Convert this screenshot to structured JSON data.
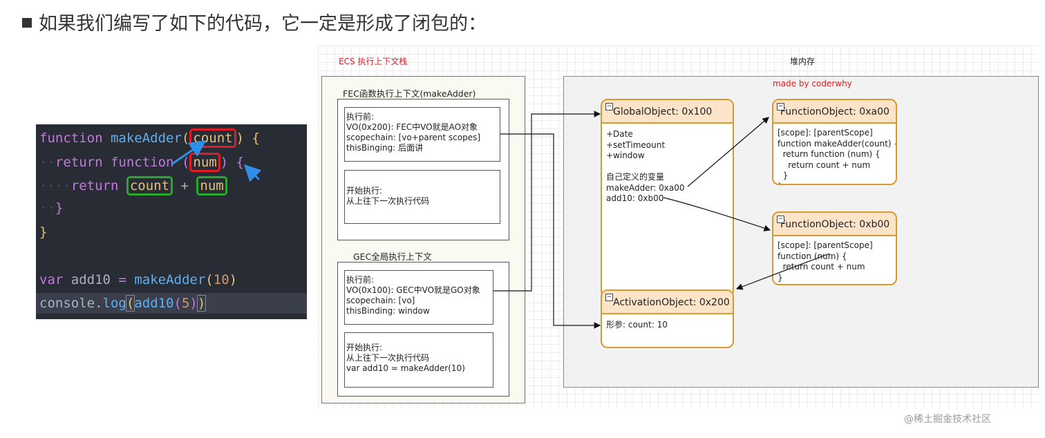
{
  "heading": "如果我们编写了如下的代码，它一定是形成了闭包的：",
  "code": {
    "l1_kw": "function",
    "l1_fn": "makeAdder",
    "l1_open": "(",
    "l1_param": "count",
    "l1_close": ")",
    "l1_brace": "{",
    "l2_ret": "return",
    "l2_kw": "function",
    "l2_open": "(",
    "l2_param": "num",
    "l2_close": ")",
    "l2_brace": "{",
    "l3_ret": "return",
    "l3_a": "count",
    "l3_op": "+",
    "l3_b": "num",
    "l4": "}",
    "l5": "}",
    "l6_kw": "var",
    "l6_name": "add10",
    "l6_eq": "=",
    "l6_fn": "makeAdder",
    "l6_open": "(",
    "l6_num": "10",
    "l6_close": ")",
    "l7_obj": "console",
    "l7_dot": ".",
    "l7_fn": "log",
    "l7_open": "(",
    "l7_inner": "add10",
    "l7_iopen": "(",
    "l7_num": "5",
    "l7_iclose": ")",
    "l7_close": ")"
  },
  "diagram": {
    "ecs_label": "ECS 执行上下文栈",
    "heap_label": "堆内存",
    "credit": "made by coderwhy",
    "fec": {
      "title": "FEC函数执行上下文(makeAdder)",
      "before": "执行前:\nVO(0x200): FEC中VO就是AO对象\nscopechain: [vo+parent scopes]\nthisBinging: 后面讲",
      "exec": "开始执行:\n从上往下一次执行代码"
    },
    "gec": {
      "title": "GEC全局执行上下文",
      "before": "执行前:\nVO(0x100): GEC中VO就是GO对象\nscopechain: [vo]\nthisBinding: window",
      "exec": "开始执行:\n从上往下一次执行代码\nvar add10 = makeAdder(10)"
    },
    "global_object": {
      "title": "GlobalObject: 0x100",
      "body": "+Date\n+setTimeount\n+window\n\n自己定义的变量\nmakeAdder: 0xa00\nadd10: 0xb00"
    },
    "fn_a00": {
      "title": "FunctionObject: 0xa00",
      "body": "[scope]: [parentScope]\nfunction makeAdder(count) {\n  return function (num) {\n    return count + num\n  }\n}"
    },
    "fn_b00": {
      "title": "FunctionObject: 0xb00",
      "body": "[scope]: [parentScope]\nfunction (num) {\n  return count + num\n}"
    },
    "activation": {
      "title": "ActivationObject: 0x200",
      "body": "形参: count: 10"
    },
    "collapse_glyph": "−"
  },
  "watermark": "@稀土掘金技术社区",
  "colors": {
    "accent_red": "#e31b23",
    "accent_green": "#2aa82a",
    "object_border": "#d89a2a",
    "object_header": "#fde4c8",
    "code_bg": "#282c34"
  }
}
